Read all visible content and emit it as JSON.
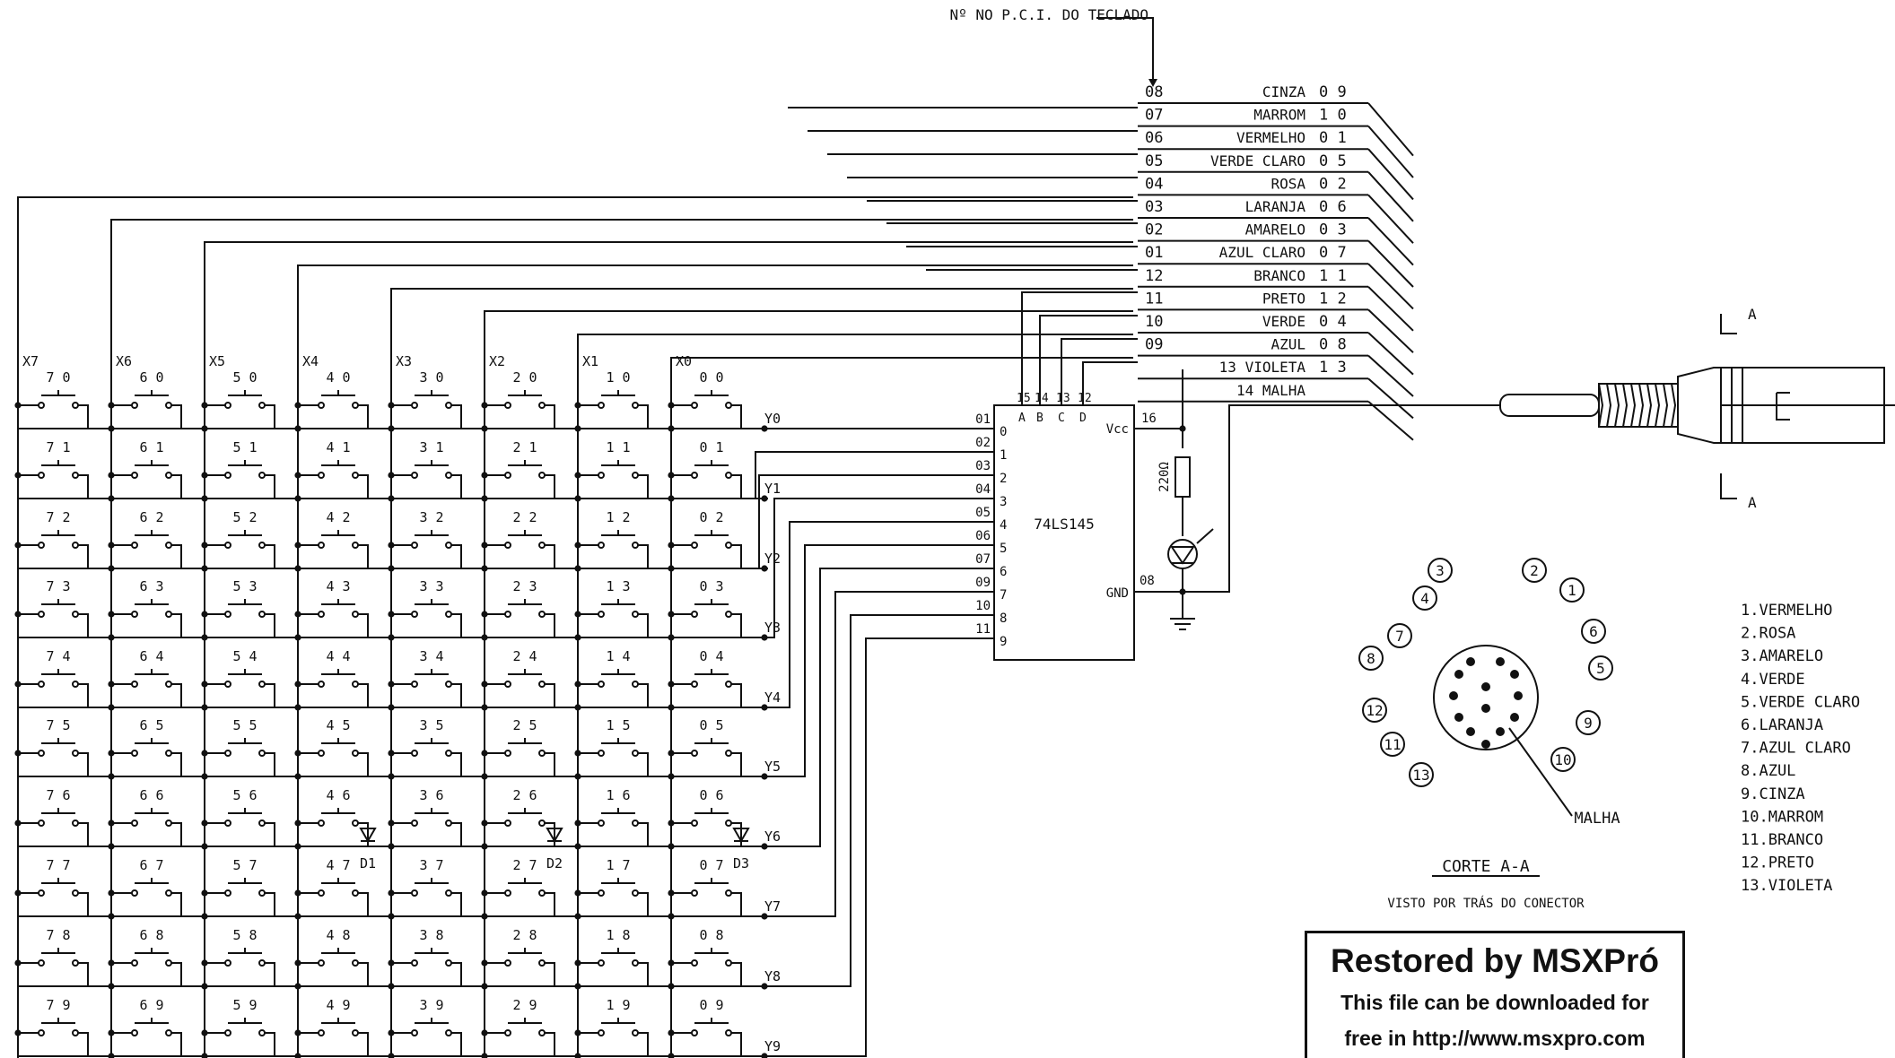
{
  "header_note": "Nº NO P.C.I. DO TECLADO",
  "columns": [
    "X7",
    "X6",
    "X5",
    "X4",
    "X3",
    "X2",
    "X1",
    "X0"
  ],
  "rows": [
    "Y0",
    "Y1",
    "Y2",
    "Y3",
    "Y4",
    "Y5",
    "Y6",
    "Y7",
    "Y8",
    "Y9"
  ],
  "key_grid": [
    [
      "7 0",
      "6 0",
      "5 0",
      "4 0",
      "3 0",
      "2 0",
      "1 0",
      "0 0"
    ],
    [
      "7 1",
      "6 1",
      "5 1",
      "4 1",
      "3 1",
      "2 1",
      "1 1",
      "0 1"
    ],
    [
      "7 2",
      "6 2",
      "5 2",
      "4 2",
      "3 2",
      "2 2",
      "1 2",
      "0 2"
    ],
    [
      "7 3",
      "6 3",
      "5 3",
      "4 3",
      "3 3",
      "2 3",
      "1 3",
      "0 3"
    ],
    [
      "7 4",
      "6 4",
      "5 4",
      "4 4",
      "3 4",
      "2 4",
      "1 4",
      "0 4"
    ],
    [
      "7 5",
      "6 5",
      "5 5",
      "4 5",
      "3 5",
      "2 5",
      "1 5",
      "0 5"
    ],
    [
      "7 6",
      "6 6",
      "5 6",
      "4 6",
      "3 6",
      "2 6",
      "1 6",
      "0 6"
    ],
    [
      "7 7",
      "6 7",
      "5 7",
      "4 7",
      "3 7",
      "2 7",
      "1 7",
      "0 7"
    ],
    [
      "7 8",
      "6 8",
      "5 8",
      "4 8",
      "3 8",
      "2 8",
      "1 8",
      "0 8"
    ],
    [
      "7 9",
      "6 9",
      "5 9",
      "4 9",
      "3 9",
      "2 9",
      "1 9",
      "0 9"
    ]
  ],
  "diodes": [
    "D1",
    "D2",
    "D3"
  ],
  "cable_table": [
    {
      "pci": "08",
      "color": "CINZA",
      "pin": "0 9"
    },
    {
      "pci": "07",
      "color": "MARROM",
      "pin": "1 0"
    },
    {
      "pci": "06",
      "color": "VERMELHO",
      "pin": "0 1"
    },
    {
      "pci": "05",
      "color": "VERDE CLARO",
      "pin": "0 5"
    },
    {
      "pci": "04",
      "color": "ROSA",
      "pin": "0 2"
    },
    {
      "pci": "03",
      "color": "LARANJA",
      "pin": "0 6"
    },
    {
      "pci": "02",
      "color": "AMARELO",
      "pin": "0 3"
    },
    {
      "pci": "01",
      "color": "AZUL CLARO",
      "pin": "0 7"
    },
    {
      "pci": "12",
      "color": "BRANCO",
      "pin": "1 1"
    },
    {
      "pci": "11",
      "color": "PRETO",
      "pin": "1 2"
    },
    {
      "pci": "10",
      "color": "VERDE",
      "pin": "0 4"
    },
    {
      "pci": "09",
      "color": "AZUL",
      "pin": "0 8"
    },
    {
      "pci": "",
      "color": "13 VIOLETA",
      "pin": "1 3"
    },
    {
      "pci": "",
      "color": "14 MALHA",
      "pin": ""
    }
  ],
  "ic": {
    "name": "74LS145",
    "vcc": "Vcc",
    "gnd": "GND",
    "vcc_pin": "16",
    "gnd_pin": "08",
    "input_pins": [
      "15",
      "14",
      "13",
      "12"
    ],
    "input_names": [
      "A",
      "B",
      "C",
      "D"
    ],
    "output_pcb": [
      "01",
      "02",
      "03",
      "04",
      "05",
      "06",
      "07",
      "09",
      "10",
      "11"
    ],
    "output_index": [
      "0",
      "1",
      "2",
      "3",
      "4",
      "5",
      "6",
      "7",
      "8",
      "9"
    ]
  },
  "resistor": "220Ω",
  "section": {
    "marker": "A",
    "title": "CORTE A-A",
    "subtitle": "VISTO POR TRÁS DO CONECTOR",
    "shield": "MALHA"
  },
  "connector_pins": [
    "1",
    "2",
    "3",
    "4",
    "5",
    "6",
    "7",
    "8",
    "9",
    "10",
    "11",
    "12",
    "13"
  ],
  "wire_colors": [
    "1.VERMELHO",
    "2.ROSA",
    "3.AMARELO",
    "4.VERDE",
    "5.VERDE CLARO",
    "6.LARANJA",
    "7.AZUL CLARO",
    "8.AZUL",
    "9.CINZA",
    "10.MARROM",
    "11.BRANCO",
    "12.PRETO",
    "13.VIOLETA"
  ],
  "stamp": {
    "title": "Restored by MSXPró",
    "line1": "This file can be downloaded for",
    "line2": "free in http://www.msxpro.com"
  }
}
